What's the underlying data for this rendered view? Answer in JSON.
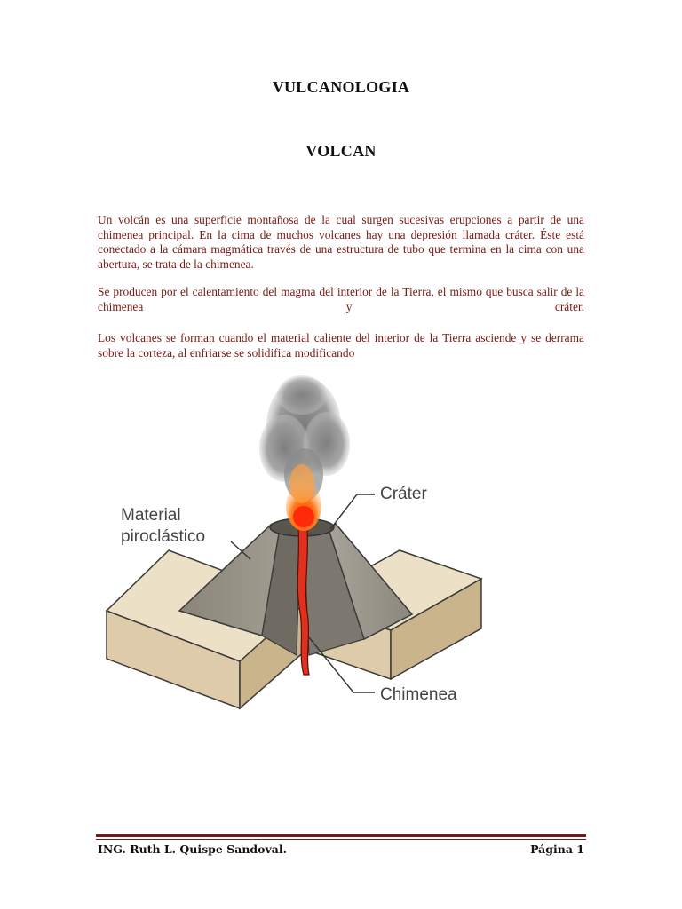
{
  "document": {
    "title": "VULCANOLOGIA",
    "subtitle": "VOLCAN",
    "paragraphs": [
      "Un volcán es una superficie montañosa de la cual surgen sucesivas erupciones a partir de una chimenea principal. En la cima de muchos volcanes hay una depresión llamada cráter. Éste está conectado a la cámara magmática través de una estructura de tubo que termina en la cima con una abertura, se trata de la chimenea.",
      "Se producen por el calentamiento del magma del interior de la Tierra, el mismo que busca salir de la chimenea y cráter.",
      "Los volcanes se forman cuando el material caliente del interior de la Tierra asciende y se derrama sobre la corteza, al enfriarse se solidifica modificando"
    ]
  },
  "figure": {
    "labels": {
      "material_line1": "Material",
      "material_line2": "piroclástico",
      "crater": "Cráter",
      "chimenea": "Chimenea"
    }
  },
  "footer": {
    "author": "ING. Ruth L. Quispe Sandoval.",
    "page": "Página 1"
  },
  "colors": {
    "text_body": "#7a1a12",
    "footer_rule": "#6b1e1e",
    "lava": "#e0301e",
    "ground": "#e6d8bc"
  }
}
